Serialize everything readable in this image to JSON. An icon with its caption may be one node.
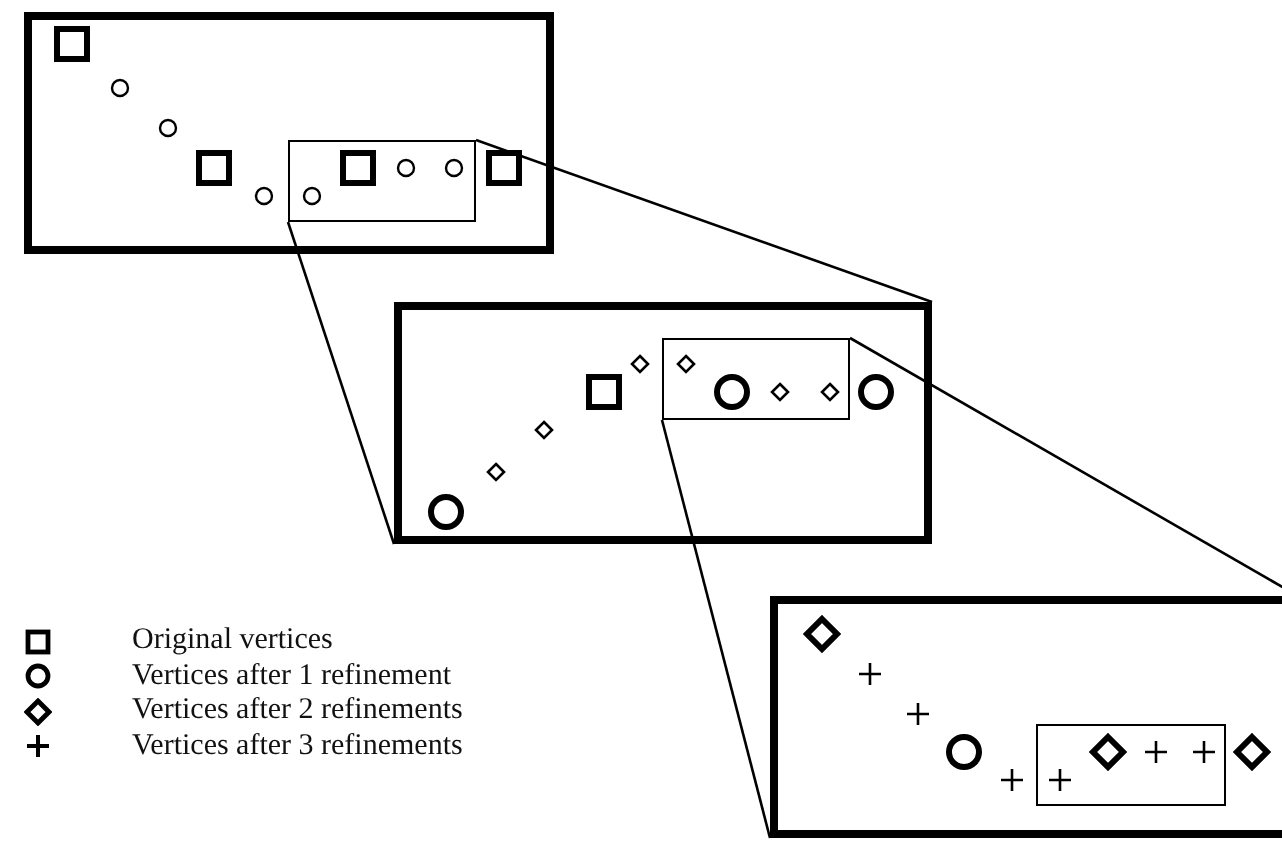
{
  "diagram": {
    "nodes": [
      {
        "text": [],
        "shape": "box"
      },
      {
        "text": [],
        "shape": "box",
        "in": 0
      },
      {
        "text": [],
        "shape": "box"
      },
      {
        "text": [],
        "shape": "box",
        "in": 2
      },
      {
        "text": [],
        "shape": "box"
      },
      {
        "text": [],
        "shape": "box",
        "in": 4
      }
    ],
    "edges": [
      {
        "from": 1,
        "to": 2,
        "arrow": "none"
      },
      {
        "from": 1,
        "to": 2,
        "arrow": "none"
      },
      {
        "from": 3,
        "to": 4,
        "arrow": "none"
      },
      {
        "from": 3,
        "to": 4,
        "arrow": "none"
      }
    ],
    "legend": [
      {
        "text": "Original vertices"
      },
      {
        "text": "Vertices after 1 refinement"
      },
      {
        "text": "Vertices after 2 refinements"
      },
      {
        "text": "Vertices after 3 refinements"
      }
    ]
  }
}
